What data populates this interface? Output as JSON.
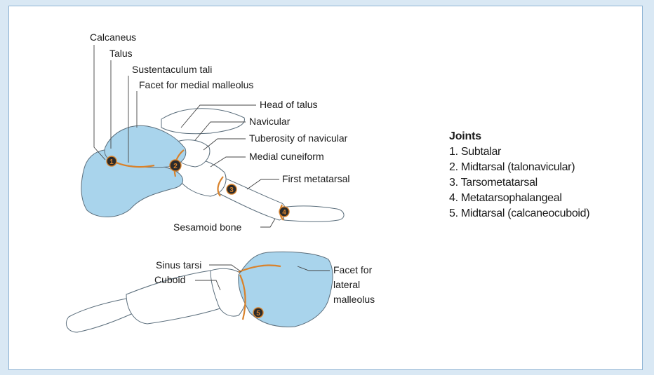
{
  "labels": {
    "calcaneus": "Calcaneus",
    "talus": "Talus",
    "sustentaculum_tali": "Sustentaculum tali",
    "facet_medial_malleolus": "Facet for medial malleolus",
    "head_of_talus": "Head of talus",
    "navicular": "Navicular",
    "tuberosity_of_navicular": "Tuberosity of navicular",
    "medial_cuneiform": "Medial cuneiform",
    "first_metatarsal": "First metatarsal",
    "sesamoid_bone": "Sesamoid bone",
    "sinus_tarsi": "Sinus tarsi",
    "cuboid": "Cuboid",
    "facet_lateral_malleolus_1": "Facet for",
    "facet_lateral_malleolus_2": "lateral",
    "facet_lateral_malleolus_3": "malleolus"
  },
  "joint_markers": [
    "1",
    "2",
    "3",
    "4",
    "5"
  ],
  "legend": {
    "title": "Joints",
    "items": [
      "1. Subtalar",
      "2. Midtarsal (talonavicular)",
      "3. Tarsometatarsal",
      "4. Metatarsophalangeal",
      "5. Midtarsal (calcaneocuboid)"
    ]
  },
  "colors": {
    "highlight_bone": "#a9d4ec",
    "joint_line": "#d9822b",
    "frame_border": "#8fb4d4",
    "background": "#d9e8f4"
  }
}
